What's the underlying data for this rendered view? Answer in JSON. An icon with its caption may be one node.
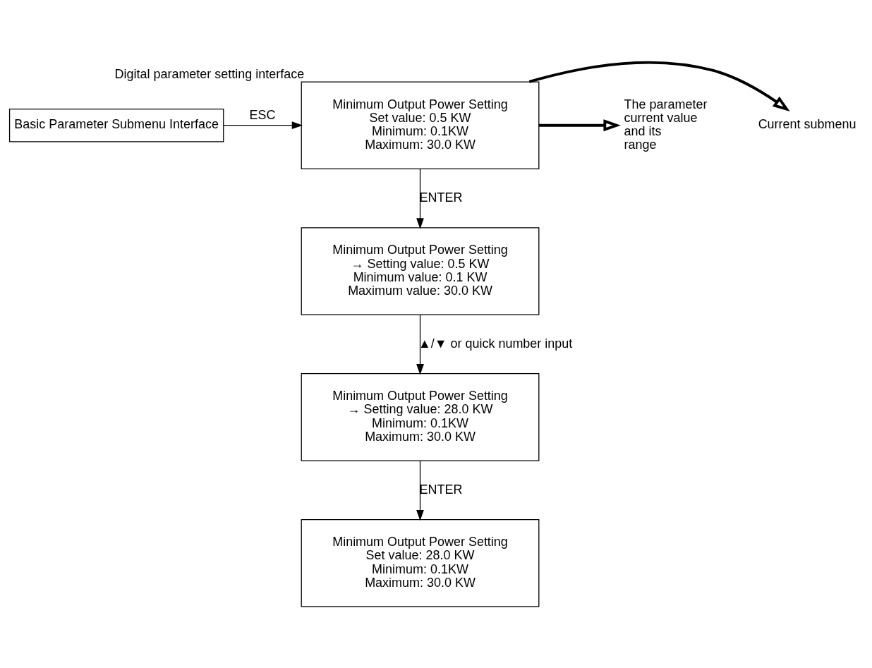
{
  "diagram": {
    "nodes": [
      {
        "text": [
          "Basic Parameter Submenu Interface"
        ]
      },
      {
        "text": [
          "Minimum Output Power Setting",
          "Set value: 0.5 KW",
          "Minimum: 0.1KW",
          "Maximum: 30.0 KW"
        ],
        "beside": [
          "Digital parameter setting interface"
        ]
      },
      {
        "text": [
          "Minimum Output Power Setting",
          "→ Setting value: 0.5 KW",
          "Minimum value: 0.1 KW",
          "Maximum value: 30.0 KW"
        ]
      },
      {
        "text": [
          "Minimum Output Power Setting",
          "→ Setting value: 28.0 KW",
          "Minimum: 0.1KW",
          "Maximum: 30.0 KW"
        ]
      },
      {
        "text": [
          "Minimum Output Power Setting",
          "Set value: 28.0 KW",
          "Minimum: 0.1KW",
          "Maximum: 30.0 KW"
        ]
      },
      {
        "text": [
          "Current submenu"
        ]
      },
      {
        "text": [
          "The parameter current value and its range"
        ]
      }
    ],
    "edges": [
      {
        "from": 0,
        "to": 1,
        "arrow": "to",
        "label": "ESC"
      },
      {
        "from": 1,
        "to": 2,
        "arrow": "to",
        "label": "ENTER"
      },
      {
        "from": 2,
        "to": 3,
        "arrow": "to",
        "label": "▲/▼ or quick number input"
      },
      {
        "from": 3,
        "to": 4,
        "arrow": "to",
        "label": "ENTER"
      },
      {
        "from": 1,
        "to": 5,
        "arrow": "to",
        "style": "thick"
      },
      {
        "from": 1,
        "to": 6,
        "arrow": "to",
        "style": "thick"
      }
    ]
  }
}
